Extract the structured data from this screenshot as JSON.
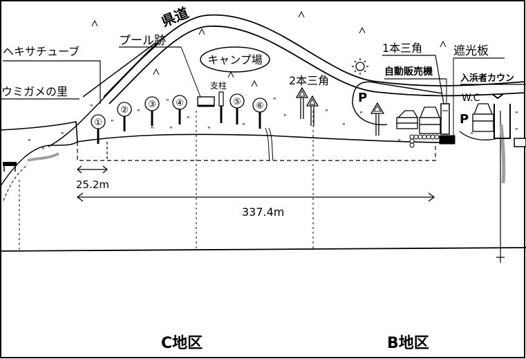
{
  "road": {
    "name": "県道"
  },
  "places": {
    "hekisa_tube": "ヘキサチューブ",
    "umigame_sato": "ウミガメの里",
    "pool_ato": "プール跡",
    "camp": "キャンプ場",
    "shichu": "支柱",
    "nihon_sankaku": "2本三角",
    "ippon_sankaku": "1本三角",
    "shakohan": "遮光板",
    "jihanki": "自動販売機",
    "irihama_counter": "入浜者カウン",
    "wc": "W.C",
    "parking_a": "P",
    "parking_b": "P"
  },
  "markers": [
    "①",
    "②",
    "③",
    "④",
    "⑤",
    "⑥"
  ],
  "distances": {
    "short": "25.2m",
    "long": "337.4m"
  },
  "districts": {
    "c": "C地区",
    "b": "B地区"
  },
  "colors": {
    "ink": "#000000",
    "wave": "#a0a0a0"
  }
}
